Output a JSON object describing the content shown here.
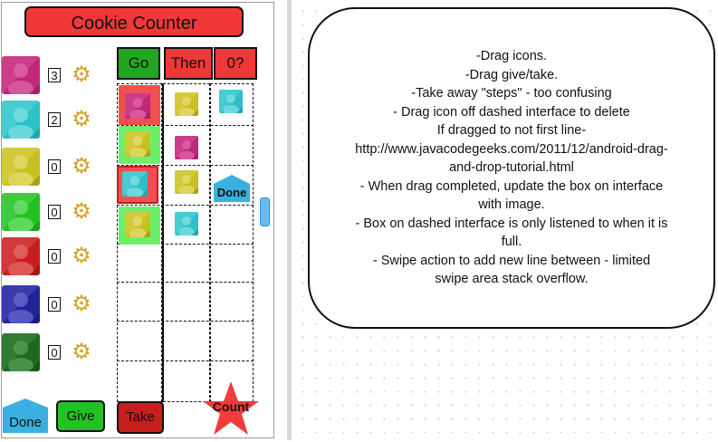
{
  "app": {
    "title": "Cookie Counter"
  },
  "palette": [
    {
      "name": "magenta",
      "base": "#c0287a",
      "light": "#e066a8",
      "dark": "#8a1a56",
      "count": "3"
    },
    {
      "name": "teal",
      "base": "#2cc0c8",
      "light": "#7fe0e4",
      "dark": "#1a8f96",
      "count": "2"
    },
    {
      "name": "olive",
      "base": "#c8c020",
      "light": "#e4dc70",
      "dark": "#8e8810",
      "count": "0"
    },
    {
      "name": "green",
      "base": "#22c222",
      "light": "#72e072",
      "dark": "#148a14",
      "count": "0"
    },
    {
      "name": "red",
      "base": "#c82020",
      "light": "#e46a6a",
      "dark": "#8a1010",
      "count": "0"
    },
    {
      "name": "navy",
      "base": "#22229a",
      "light": "#6a6acc",
      "dark": "#14146a",
      "count": "0"
    },
    {
      "name": "darkgreen",
      "base": "#1e6a1e",
      "light": "#5a9e5a",
      "dark": "#104410",
      "count": "0"
    }
  ],
  "columns": {
    "go": "Go",
    "then": "Then",
    "zero": "0?"
  },
  "colors": {
    "header_green": "#22a622",
    "header_red": "#f03838",
    "highlight_red": "#f05050",
    "highlight_green": "#6cf06c",
    "done_blue": "#3ab0e0",
    "star_red": "#f03c3c"
  },
  "buttons": {
    "done": "Done",
    "give": "Give",
    "take": "Take",
    "count": "Count",
    "done_small": "Done"
  },
  "note": {
    "lines": [
      "-Drag icons.",
      "-Drag give/take.",
      "-Take away \"steps\" - too confusing",
      "- Drag icon off dashed interface to delete",
      "If dragged to not first line-",
      "http://www.javacodegeeks.com/2011/12/android-drag-",
      "and-drop-tutorial.html",
      "- When drag completed, update the box on interface",
      "with image.",
      "- Box on dashed interface is only listened to when it is",
      "full.",
      "- Swipe action to add new line between - limited",
      "swipe area stack overflow."
    ]
  }
}
